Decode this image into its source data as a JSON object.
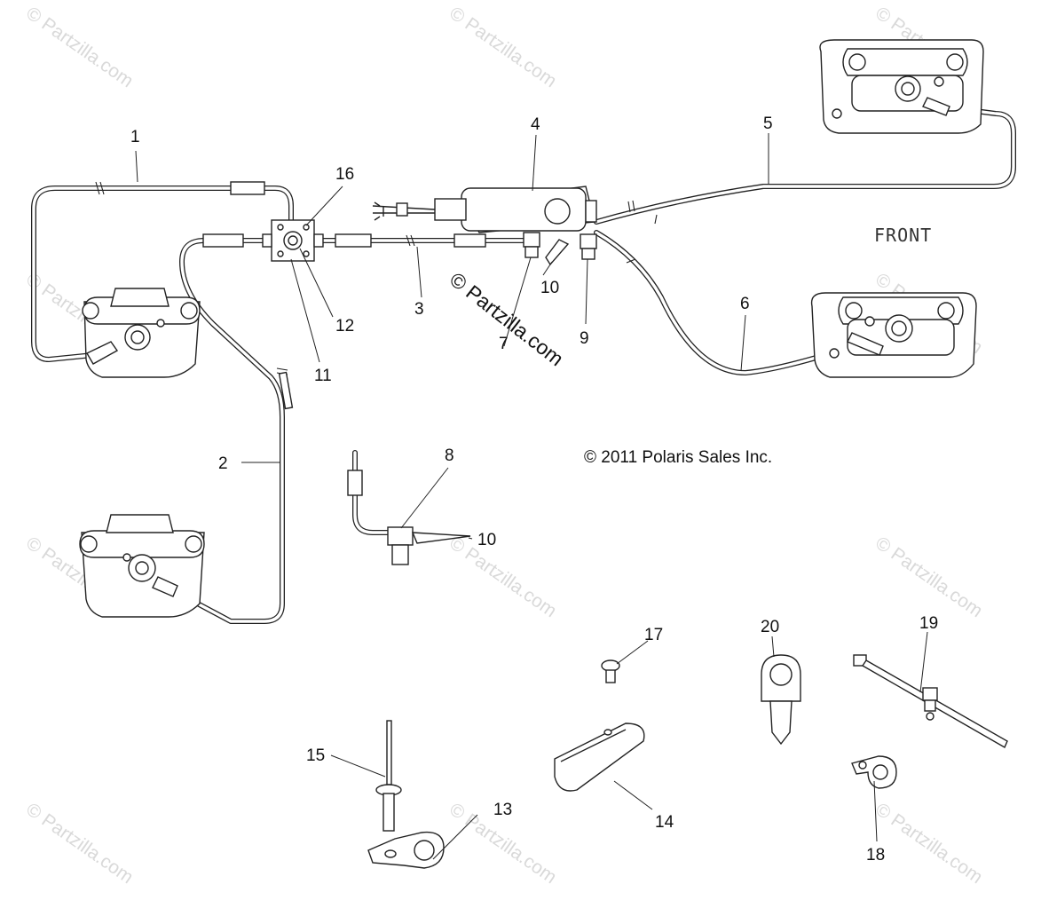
{
  "callouts": [
    {
      "id": "1",
      "text": "1"
    },
    {
      "id": "2",
      "text": "2"
    },
    {
      "id": "3",
      "text": "3"
    },
    {
      "id": "4",
      "text": "4"
    },
    {
      "id": "5",
      "text": "5"
    },
    {
      "id": "6",
      "text": "6"
    },
    {
      "id": "7",
      "text": "7"
    },
    {
      "id": "8",
      "text": "8"
    },
    {
      "id": "9",
      "text": "9"
    },
    {
      "id": "10a",
      "text": "10"
    },
    {
      "id": "10b",
      "text": "10"
    },
    {
      "id": "11",
      "text": "11"
    },
    {
      "id": "12",
      "text": "12"
    },
    {
      "id": "13",
      "text": "13"
    },
    {
      "id": "14",
      "text": "14"
    },
    {
      "id": "15",
      "text": "15"
    },
    {
      "id": "16",
      "text": "16"
    },
    {
      "id": "17",
      "text": "17"
    },
    {
      "id": "18",
      "text": "18"
    },
    {
      "id": "19",
      "text": "19"
    },
    {
      "id": "20",
      "text": "20"
    }
  ],
  "front_label": "FRONT",
  "copyright": "© 2011 Polaris Sales Inc.",
  "watermark": "© Partzilla.com",
  "center_watermark": "© Partzilla.com"
}
